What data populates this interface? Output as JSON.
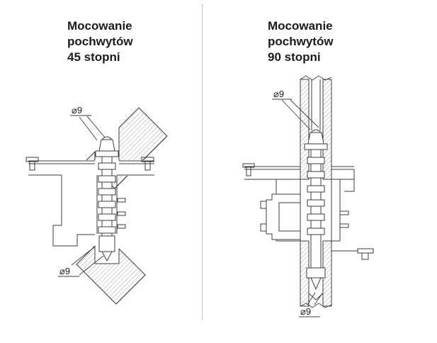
{
  "page": {
    "background": "#ffffff",
    "divider_color": "#c8c8c8",
    "drawing_line_color": "#3d3d3d",
    "hatch_color": "#777777",
    "text_color": "#1c1c1c"
  },
  "panels": {
    "left": {
      "title_line1": "Mocowanie",
      "title_line2": "pochwytów",
      "title_line3": "45 stopni",
      "dim_top": "⌀9",
      "dim_bottom": "⌀9"
    },
    "right": {
      "title_line1": "Mocowanie",
      "title_line2": "pochwytów",
      "title_line3": "90 stopni",
      "dim_top": "⌀9",
      "dim_bottom": "⌀9"
    }
  }
}
